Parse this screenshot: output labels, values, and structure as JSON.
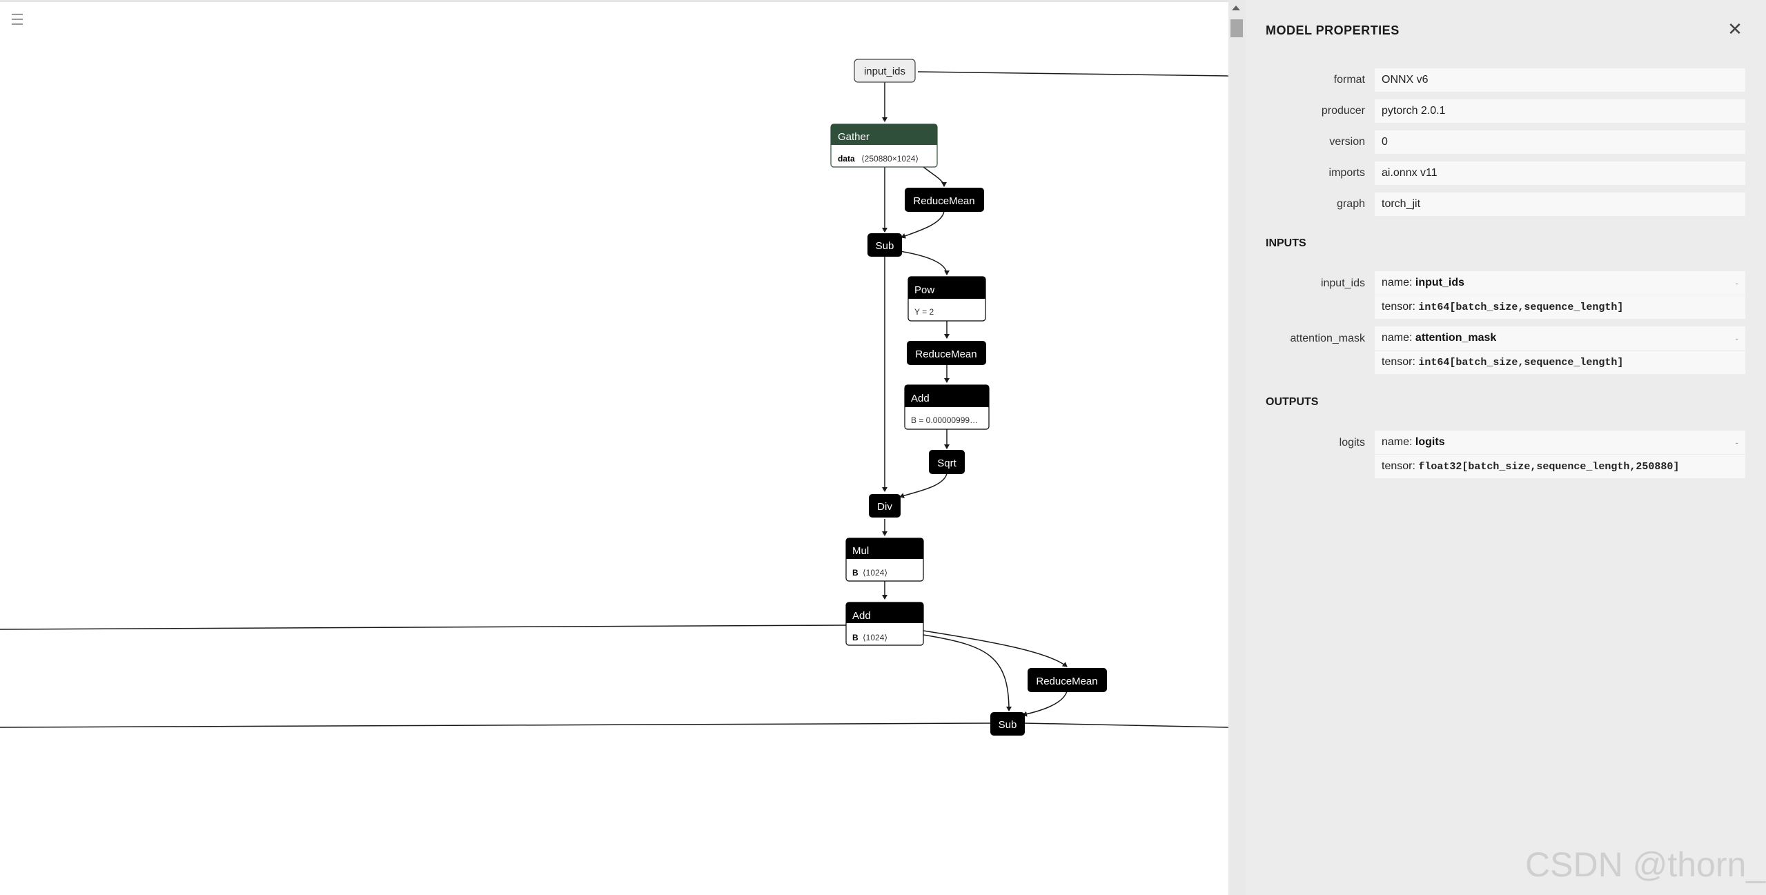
{
  "toolbar": {
    "menu_icon": "hamburger-icon",
    "menu_glyph": "☰"
  },
  "graph": {
    "nodes": {
      "input_ids": "input_ids",
      "gather": "Gather",
      "gather_attr_name": "data",
      "gather_attr_value": "⟨250880×1024⟩",
      "reducemean1": "ReduceMean",
      "sub1": "Sub",
      "pow": "Pow",
      "pow_attr": "Y = 2",
      "reducemean2": "ReduceMean",
      "add1": "Add",
      "add1_attr": "B = 0.00000999…",
      "sqrt": "Sqrt",
      "div": "Div",
      "mul": "Mul",
      "mul_attr_name": "B",
      "mul_attr_value": "⟨1024⟩",
      "add2": "Add",
      "add2_attr_name": "B",
      "add2_attr_value": "⟨1024⟩",
      "reducemean3": "ReduceMean",
      "sub2": "Sub"
    },
    "colors": {
      "op": "#000000",
      "gather": "#2f4f3a",
      "input": "#eeeeee"
    }
  },
  "panel": {
    "title": "MODEL PROPERTIES",
    "close_glyph": "✕",
    "properties": [
      {
        "label": "format",
        "value": "ONNX v6"
      },
      {
        "label": "producer",
        "value": "pytorch 2.0.1"
      },
      {
        "label": "version",
        "value": "0"
      },
      {
        "label": "imports",
        "value": "ai.onnx v11"
      },
      {
        "label": "graph",
        "value": "torch_jit"
      }
    ],
    "inputs_title": "INPUTS",
    "inputs": [
      {
        "label": "input_ids",
        "name_prefix": "name: ",
        "name": "input_ids",
        "tensor_prefix": "tensor: ",
        "tensor": "int64[batch_size,sequence_length]",
        "dash": "-"
      },
      {
        "label": "attention_mask",
        "name_prefix": "name: ",
        "name": "attention_mask",
        "tensor_prefix": "tensor: ",
        "tensor": "int64[batch_size,sequence_length]",
        "dash": "-"
      }
    ],
    "outputs_title": "OUTPUTS",
    "outputs": [
      {
        "label": "logits",
        "name_prefix": "name: ",
        "name": "logits",
        "tensor_prefix": "tensor: ",
        "tensor": "float32[batch_size,sequence_length,250880]",
        "dash": "-"
      }
    ]
  },
  "watermark": "CSDN @thorn_r"
}
